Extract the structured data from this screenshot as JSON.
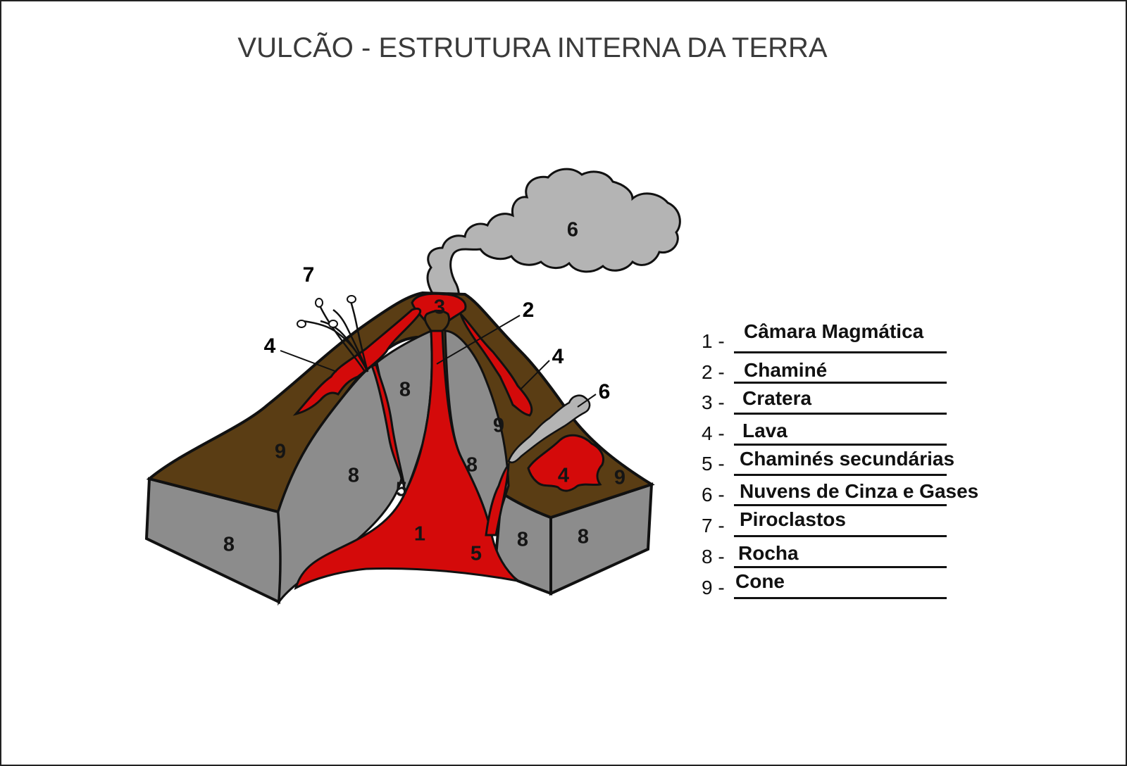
{
  "title": "VULCÃO - ESTRUTURA INTERNA DA TERRA",
  "colors": {
    "magma": "#d40a0a",
    "cone": "#5a3d14",
    "rock": "#8c8c8c",
    "cloud": "#b4b4b4",
    "outline": "#111111"
  },
  "region_labels": {
    "chamber": "1",
    "crater": "3",
    "cloud_main": "6",
    "lava_right": "4",
    "rock_center_left": "8",
    "rock_center_right": "8",
    "rock_left_slab": "8",
    "rock_right_slab_a": "8",
    "rock_right_slab_b": "8",
    "rock_left_inner": "8",
    "cone_left": "9",
    "cone_right": "9",
    "cone_right_far": "9",
    "secondary_vent_left": "5",
    "secondary_vent_right": "5"
  },
  "callouts": {
    "pyroclasts": "7",
    "chimney": "2",
    "lava_left": "4",
    "lava_right_flank": "4",
    "gas_small": "6"
  },
  "legend": [
    {
      "number": "1 -",
      "label": "Câmara Magmática"
    },
    {
      "number": "2 -",
      "label": "Chaminé"
    },
    {
      "number": "3 -",
      "label": "Cratera"
    },
    {
      "number": "4 -",
      "label": "Lava"
    },
    {
      "number": "5 -",
      "label": "Chaminés secundárias"
    },
    {
      "number": "6 -",
      "label": "Nuvens de Cinza e Gases"
    },
    {
      "number": "7 -",
      "label": "Piroclastos"
    },
    {
      "number": "8 -",
      "label": "Rocha"
    },
    {
      "number": "9 -",
      "label": "Cone"
    }
  ]
}
